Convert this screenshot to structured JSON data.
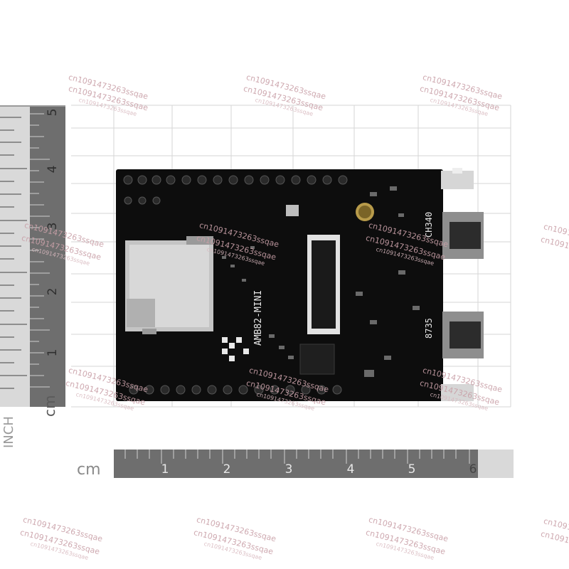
{
  "image": {
    "board_label": "AMB82-MINI",
    "chip_label_usb_uart": "CH340",
    "chip_label_second_usb": "8735",
    "ruler_vertical_unit_top": "INCH",
    "ruler_vertical_unit_bottom": "cm",
    "ruler_horizontal_unit": "cm",
    "inch_ticks": [
      "5",
      "4",
      "3",
      "2",
      "1"
    ],
    "cm_ticks": [
      "1",
      "2",
      "3",
      "4",
      "5",
      "6"
    ],
    "watermark_text": "cn1091473263ssqae",
    "watermark_small_text": "cn1091473263ssqae",
    "colors": {
      "pcb": "#0d0d0d",
      "silk": "#e8e8e8",
      "ruler_dark": "#6d6d6d",
      "ruler_light": "#d9d9d9",
      "grid": "#cfcfcf",
      "watermark": "#c9a0a8"
    }
  }
}
